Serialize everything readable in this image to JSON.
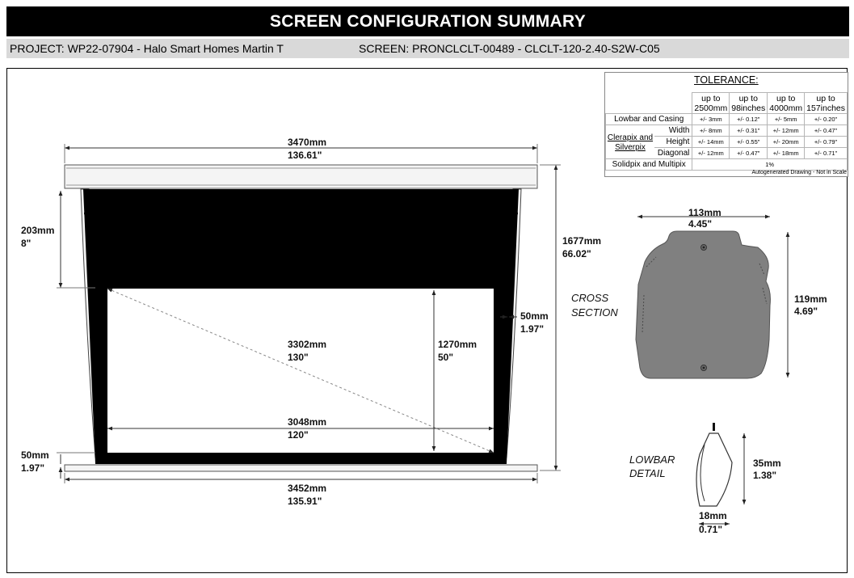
{
  "header": {
    "title": "SCREEN CONFIGURATION SUMMARY",
    "project": "PROJECT: WP22-07904 - Halo Smart Homes Martin T",
    "screen": "SCREEN: PRONCLCLT-00489 - CLCLT-120-2.40-S2W-C05"
  },
  "tolerance": {
    "title": "TOLERANCE:",
    "columns": [
      [
        "up to",
        "2500mm"
      ],
      [
        "up to",
        "98inches"
      ],
      [
        "up to",
        "4000mm"
      ],
      [
        "up to",
        "157inches"
      ]
    ],
    "rows": {
      "lowbar": {
        "label": "Lowbar and Casing",
        "values": [
          "+/- 3mm",
          "+/- 0.12\"",
          "+/- 5mm",
          "+/- 0.20\""
        ]
      },
      "clerapix_label": [
        "Clerapix and",
        "Silverpix"
      ],
      "width": {
        "label": "Width",
        "values": [
          "+/- 8mm",
          "+/- 0.31\"",
          "+/- 12mm",
          "+/- 0.47\""
        ]
      },
      "height": {
        "label": "Height",
        "values": [
          "+/- 14mm",
          "+/- 0.55\"",
          "+/- 20mm",
          "+/- 0.79\""
        ]
      },
      "diagonal": {
        "label": "Diagonal",
        "values": [
          "+/- 12mm",
          "+/- 0.47\"",
          "+/- 18mm",
          "+/- 0.71\""
        ]
      },
      "solidpix": {
        "label": "Solidpix and Multipix",
        "value": "1%"
      }
    },
    "note": "Autogenerated Drawing - Not in Scale"
  },
  "dimensions": {
    "case_width": [
      "3470mm",
      "136.61\""
    ],
    "overall_height": [
      "1677mm",
      "66.02\""
    ],
    "top_drop": [
      "203mm",
      "8\""
    ],
    "border": [
      "50mm",
      "1.97\""
    ],
    "bottom_border": [
      "50mm",
      "1.97\""
    ],
    "diagonal": [
      "3302mm",
      "130\""
    ],
    "image_height": [
      "1270mm",
      "50\""
    ],
    "image_width": [
      "3048mm",
      "120\""
    ],
    "lowbar_width": [
      "3452mm",
      "135.91\""
    ],
    "cross_width": [
      "113mm",
      "4.45\""
    ],
    "cross_height": [
      "119mm",
      "4.69\""
    ],
    "lowbar_height": [
      "35mm",
      "1.38\""
    ],
    "lowbar_depth": [
      "18mm",
      "0.71\""
    ]
  },
  "labels": {
    "cross_section": [
      "CROSS",
      "SECTION"
    ],
    "lowbar_detail": [
      "LOWBAR",
      "DETAIL"
    ]
  },
  "colors": {
    "title_bg": "#000000",
    "project_bg": "#d9d9d9",
    "screen_surface": "#000000",
    "cross_section_fill": "#808080"
  }
}
